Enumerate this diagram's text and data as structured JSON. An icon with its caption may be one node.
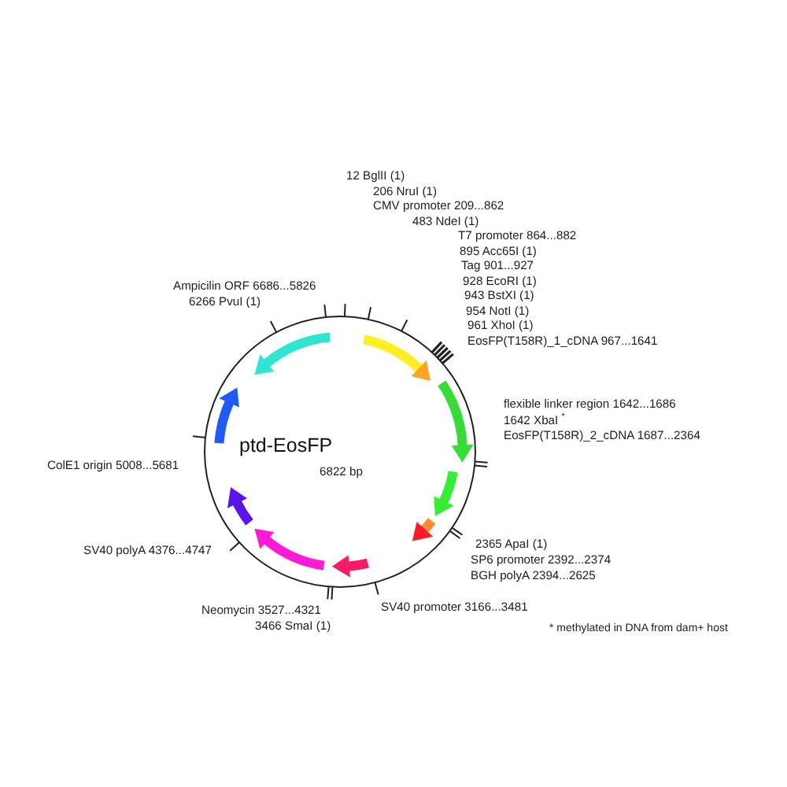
{
  "diagram": {
    "title": "ptd-EosFP",
    "labels": [
      "12 BglII (1)",
      "206 NruI (1)",
      "CMV promoter 209...862",
      "483 NdeI (1)",
      "T7 promoter 864...882",
      "895 Acc65I (1)",
      "Tag 901...927",
      "928 EcoRI (1)",
      "943 BstXI (1)",
      "954 NotI (1)",
      "961 XhoI (1)",
      "EosFP(T158R)_1_cDNA 967...1641",
      "Ampicilin ORF 6686...5826",
      "6266 PvuI (1)",
      "flexible linker region 1642...1686",
      "1642 XbaI $^{*}$",
      "EosFP(T158R)_2_cDNA 1687...2364",
      "2365 ApaI (1)",
      "SP6 promoter 2392...2374",
      "BGH polyA 2394...2625",
      "SV40 promoter 3166...3481",
      "* methylated in DNA from dam+ host",
      "ColE1 origin 5008...5681",
      "SV40 polyA 4376...4747",
      "Neomycin 3527...4321",
      "3466 SmaI (1)",
      "6822 bp"
    ]
  }
}
